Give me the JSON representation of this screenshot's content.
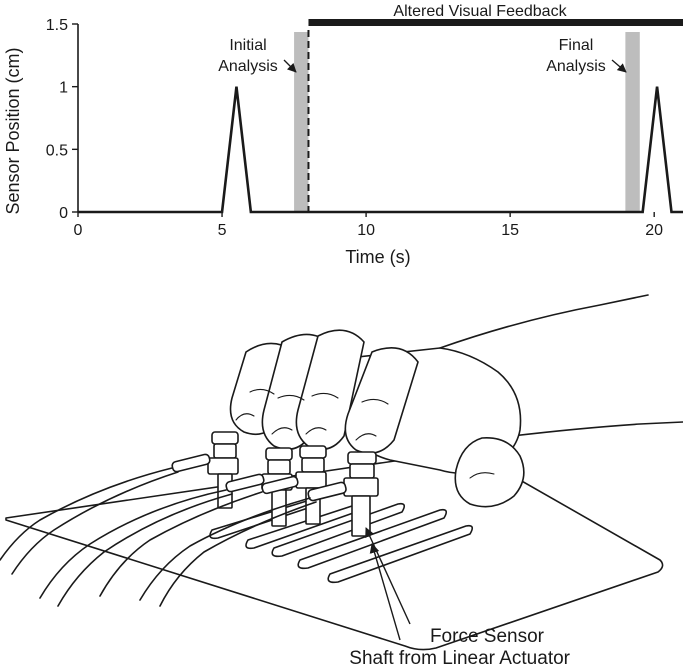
{
  "chart_data": {
    "type": "line",
    "xlabel": "Time (s)",
    "ylabel": "Sensor Position (cm)",
    "xlim": [
      0,
      21
    ],
    "ylim": [
      0,
      1.5
    ],
    "x_ticks": [
      0,
      5,
      10,
      15,
      20
    ],
    "x_tick_labels": [
      "0",
      "5",
      "10",
      "15",
      "20"
    ],
    "y_ticks": [
      0,
      0.5,
      1,
      1.5
    ],
    "y_tick_labels": [
      "0",
      "0.5",
      "1",
      "1.5"
    ],
    "grid": false,
    "series": [
      {
        "x": [
          0,
          5.0,
          5.5,
          6.0,
          19.6,
          20.1,
          20.6,
          21
        ],
        "y": [
          0,
          0,
          1,
          0,
          0,
          1,
          0,
          0
        ]
      }
    ],
    "shaded_regions": [
      {
        "x_start": 7.5,
        "x_end": 8.0,
        "label": "Initial Analysis"
      },
      {
        "x_start": 19.0,
        "x_end": 19.5,
        "label": "Final Analysis"
      }
    ],
    "event_line": {
      "x": 8.0,
      "style": "dashed"
    },
    "feedback_bar": {
      "x_start": 8.0,
      "x_end": 21,
      "label": "Altered Visual Feedback"
    },
    "colors": {
      "shading": "#bdbdbd",
      "line": "#1a1a1a"
    }
  },
  "annotations": {
    "initial_line1": "Initial",
    "initial_line2": "Analysis",
    "final_line1": "Final",
    "final_line2": "Analysis",
    "feedback_label": "Altered Visual Feedback"
  },
  "illustration": {
    "force_sensor_label": "Force Sensor",
    "shaft_label": "Shaft from Linear Actuator"
  }
}
